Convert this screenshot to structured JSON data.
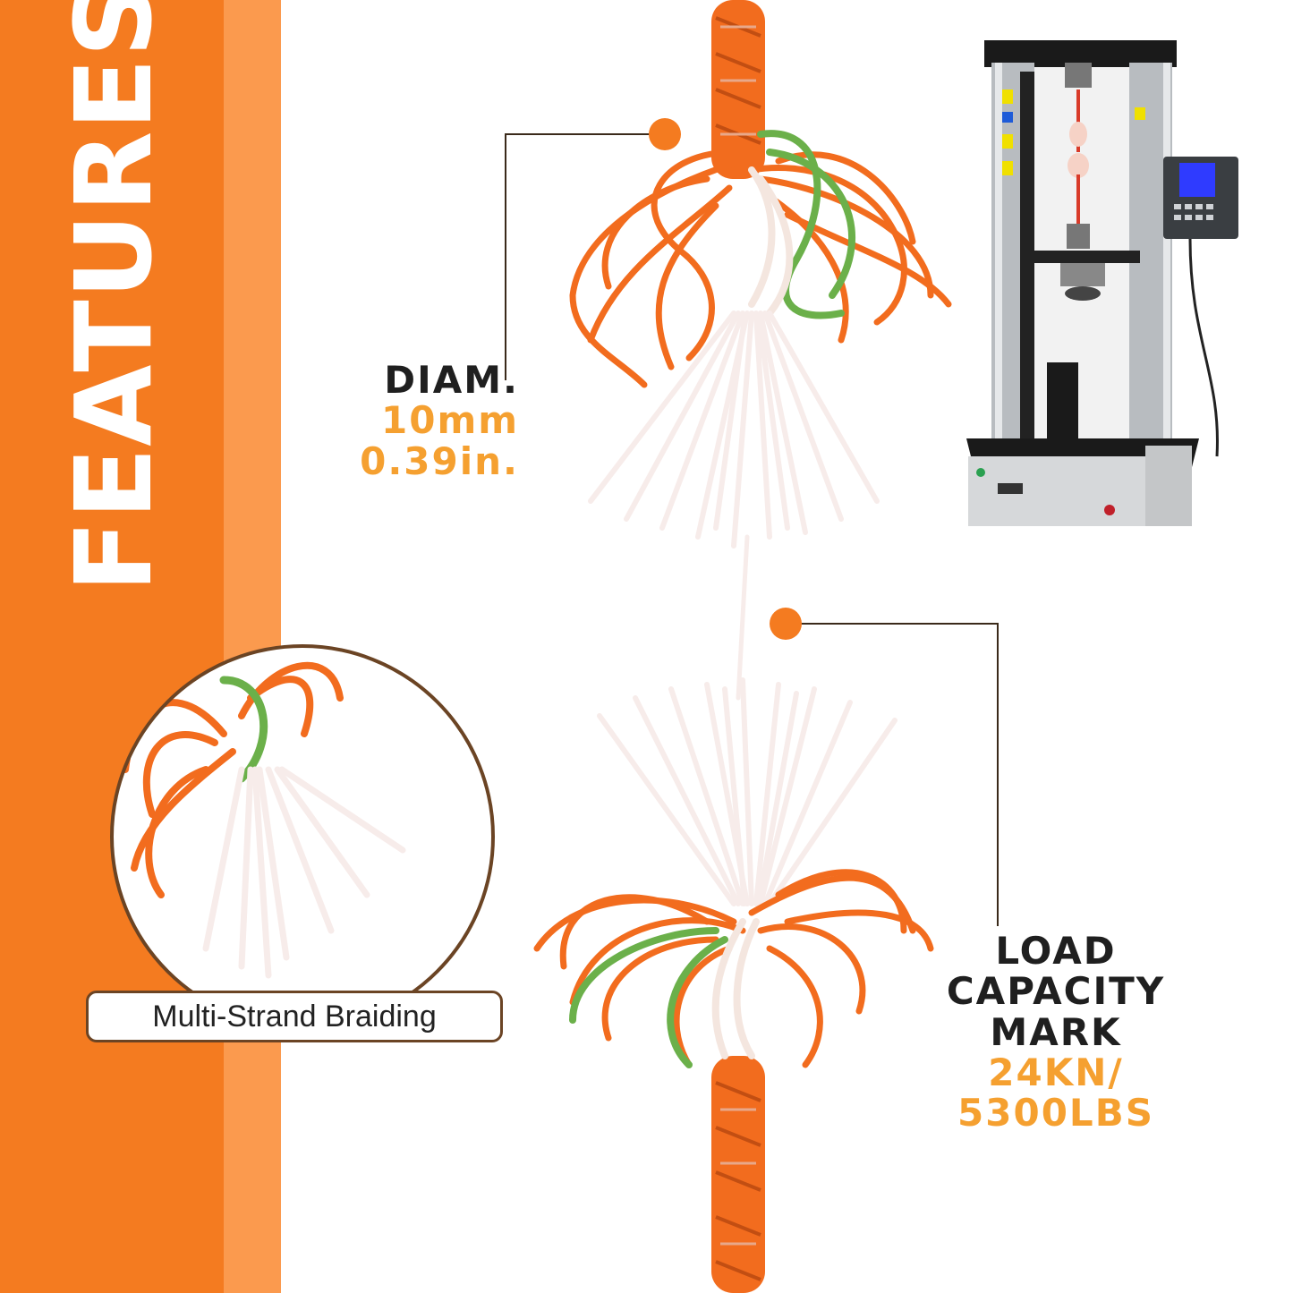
{
  "heading": "FEATURES",
  "diameter": {
    "label": "DIAM.",
    "metric": "10mm",
    "imperial": "0.39in."
  },
  "load_capacity": {
    "line1": "LOAD",
    "line2": "CAPACITY",
    "line3": "MARK",
    "value_kn": "24KN/",
    "value_lbs": "5300LBS"
  },
  "detail_caption": "Multi-Strand Braiding",
  "colors": {
    "brand_orange": "#f47b20",
    "light_orange": "#fb9a4e",
    "accent_text": "#f5a030",
    "dark_text": "#1f1f1f",
    "callout_border": "#6b4424"
  },
  "icons": {
    "callout_marker": "orange-dot-icon",
    "machine": "tensile-testing-machine-icon"
  }
}
